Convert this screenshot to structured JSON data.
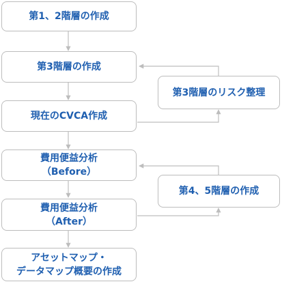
{
  "nodes": {
    "layer12": {
      "lines": [
        "第1、2階層の作成"
      ]
    },
    "layer3": {
      "lines": [
        "第3階層の作成"
      ]
    },
    "cvca": {
      "lines": [
        "現在のCVCA作成"
      ]
    },
    "cost_before": {
      "lines": [
        "費用便益分析",
        "（Before）"
      ]
    },
    "cost_after": {
      "lines": [
        "費用便益分析",
        "（After）"
      ]
    },
    "assetmap": {
      "lines": [
        "アセットマップ・",
        "データマップ概要の作成"
      ]
    },
    "risk3": {
      "lines": [
        "第3階層のリスク整理"
      ]
    },
    "layer45": {
      "lines": [
        "第4、5階層の作成"
      ]
    }
  },
  "colors": {
    "text": "#1f5fb0",
    "border": "#bcbcbc",
    "connector": "#bdbdbd"
  }
}
